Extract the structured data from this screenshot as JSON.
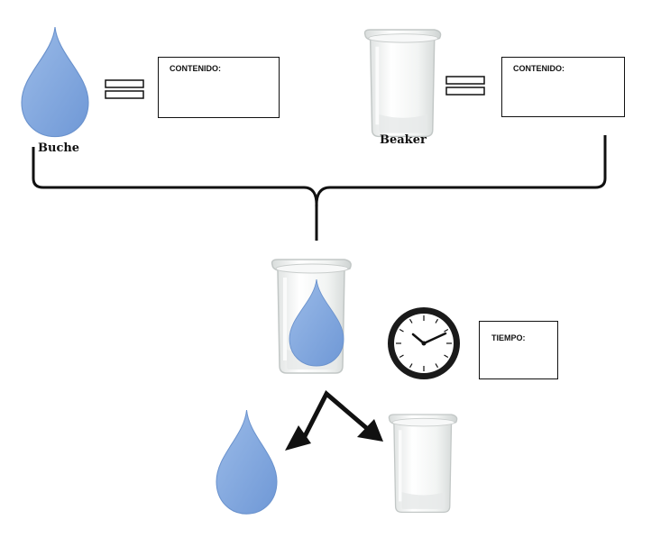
{
  "buche": {
    "label": "Buche",
    "box_label": "CONTENIDO:"
  },
  "beaker": {
    "label": "Beaker",
    "box_label": "CONTENIDO:"
  },
  "timer": {
    "box_label": "TIEMPO:"
  },
  "colors": {
    "drop": "#7fa6dd",
    "drop_edge": "#6b93cf",
    "glass": "#e9ecec",
    "line": "#111111"
  },
  "icons": [
    "drop-icon",
    "equals-icon",
    "beaker-icon",
    "clock-icon",
    "arrow-icon"
  ]
}
